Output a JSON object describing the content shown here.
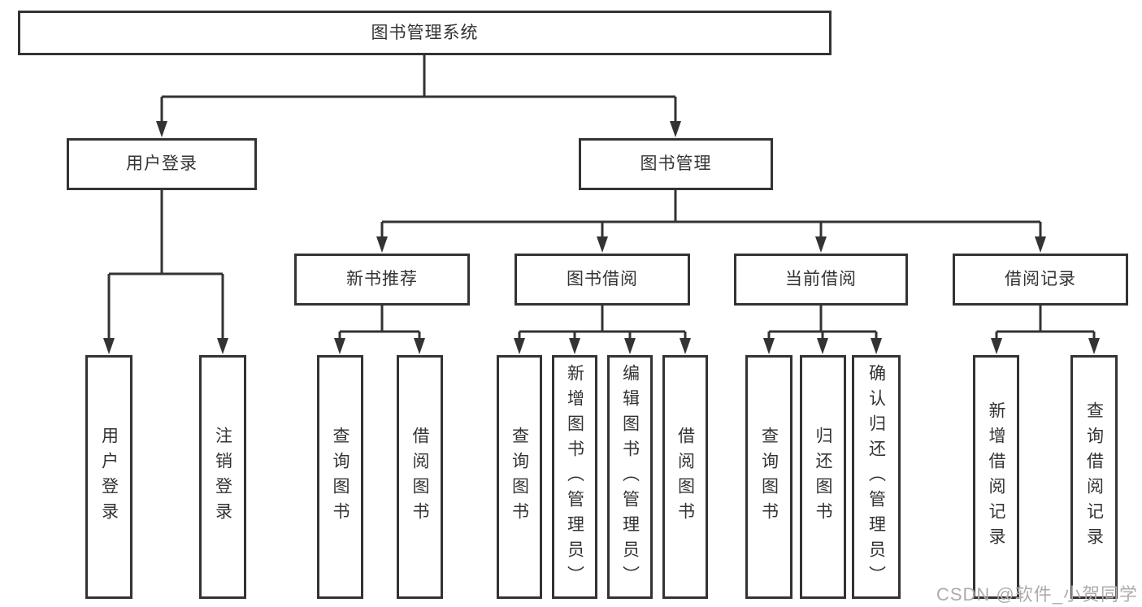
{
  "diagram_title": "图书管理系统",
  "tree": {
    "root": {
      "label": "图书管理系统",
      "children": [
        {
          "label": "用户登录",
          "children": [
            {
              "label": "用户登录"
            },
            {
              "label": "注销登录"
            }
          ]
        },
        {
          "label": "图书管理",
          "children": [
            {
              "label": "新书推荐",
              "children": [
                {
                  "label": "查询图书"
                },
                {
                  "label": "借阅图书"
                }
              ]
            },
            {
              "label": "图书借阅",
              "children": [
                {
                  "label": "查询图书"
                },
                {
                  "label": "新增图书（管理员）"
                },
                {
                  "label": "编辑图书（管理员）"
                },
                {
                  "label": "借阅图书"
                }
              ]
            },
            {
              "label": "当前借阅",
              "children": [
                {
                  "label": "查询图书"
                },
                {
                  "label": "归还图书"
                },
                {
                  "label": "确认归还（管理员）"
                }
              ]
            },
            {
              "label": "借阅记录",
              "children": [
                {
                  "label": "新增借阅记录"
                },
                {
                  "label": "查询借阅记录"
                }
              ]
            }
          ]
        }
      ]
    }
  },
  "watermark": {
    "text": "CSDN @软件_小贺同学"
  },
  "colors": {
    "line": "#333333",
    "box_border": "#333333",
    "text": "#333333",
    "watermark": "#acacac",
    "background": "#ffffff"
  }
}
